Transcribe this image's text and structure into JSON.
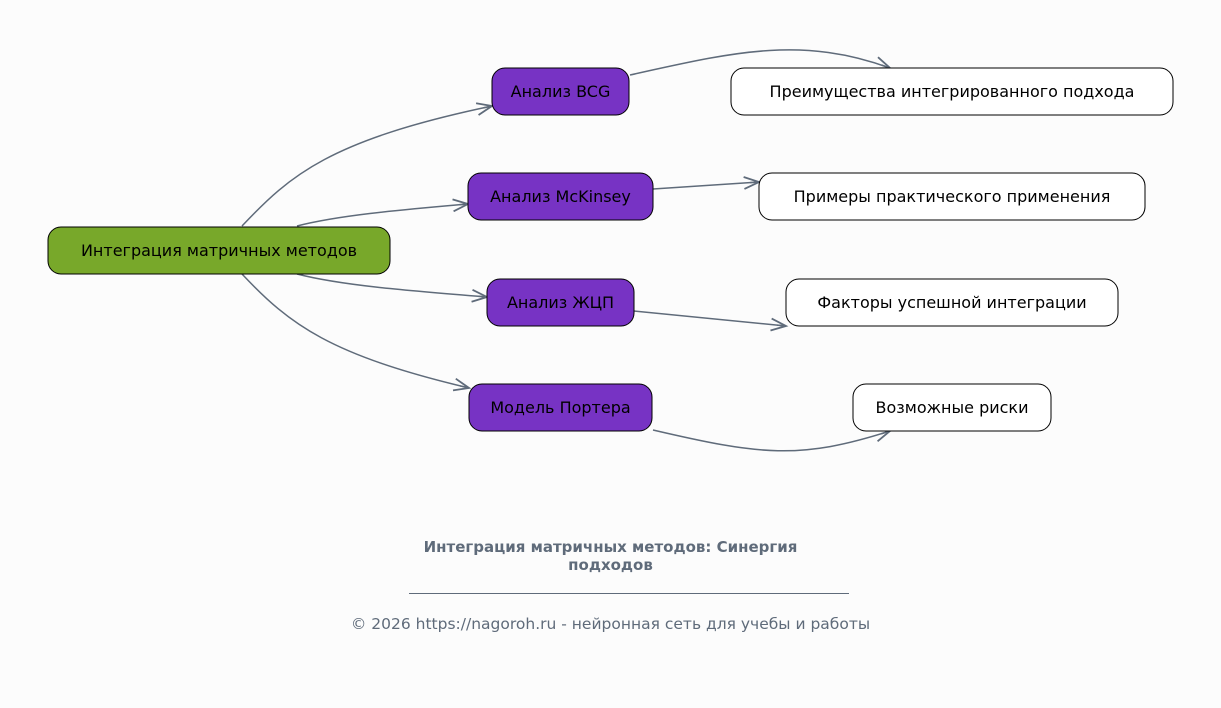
{
  "diagram": {
    "root": {
      "label": "Интеграция матричных методов",
      "color": "#78a82a"
    },
    "methods": [
      {
        "label": "Анализ BCG"
      },
      {
        "label": "Анализ McKinsey"
      },
      {
        "label": "Анализ ЖЦП"
      },
      {
        "label": "Модель Портера"
      }
    ],
    "outcomes": [
      {
        "label": "Преимущества интегрированного подхода"
      },
      {
        "label": "Примеры практического применения"
      },
      {
        "label": "Факторы успешной интеграции"
      },
      {
        "label": "Возможные риски"
      }
    ],
    "method_color": "#7733c4",
    "outcome_color": "#ffffff",
    "edge_color": "#5f6b7a"
  },
  "caption": {
    "title": "Интеграция матричных методов: Синергия подходов",
    "footer": "© 2026 https://nagoroh.ru - нейронная сеть для учебы и работы"
  }
}
